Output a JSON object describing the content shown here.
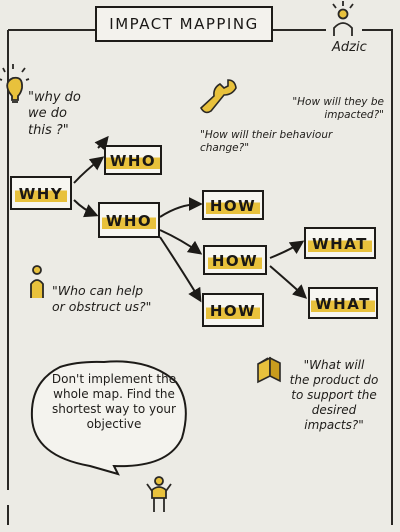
{
  "title": "IMPACT MAPPING",
  "author": "Adzic",
  "nodes": {
    "why": "WHY",
    "who_top": "WHO",
    "who_main": "WHO",
    "how_1": "HOW",
    "how_2": "HOW",
    "how_3": "HOW",
    "what_1": "WHAT",
    "what_2": "WHAT"
  },
  "notes": {
    "why_question": "\"why do\nwe do\nthis ?\"",
    "how_question_1": "\"How will they be\nimpacted?\"",
    "how_question_2": "\"How will their behaviour\nchange?\"",
    "who_question": "\"Who can help\nor obstruct us?\"",
    "what_question": "\"What will\nthe product do\nto support the\ndesired impacts?\""
  },
  "speech_bubble": "Don't implement the\nwhole map. Find the\nshortest way to your\nobjective",
  "colors": {
    "paper": "#ecebe5",
    "ink": "#1d1b18",
    "highlight": "#e8c13c"
  },
  "icons": [
    "author-head-icon",
    "lightbulb-icon",
    "wrench-icon",
    "person-icon",
    "box-icon",
    "speaker-figure-icon"
  ]
}
